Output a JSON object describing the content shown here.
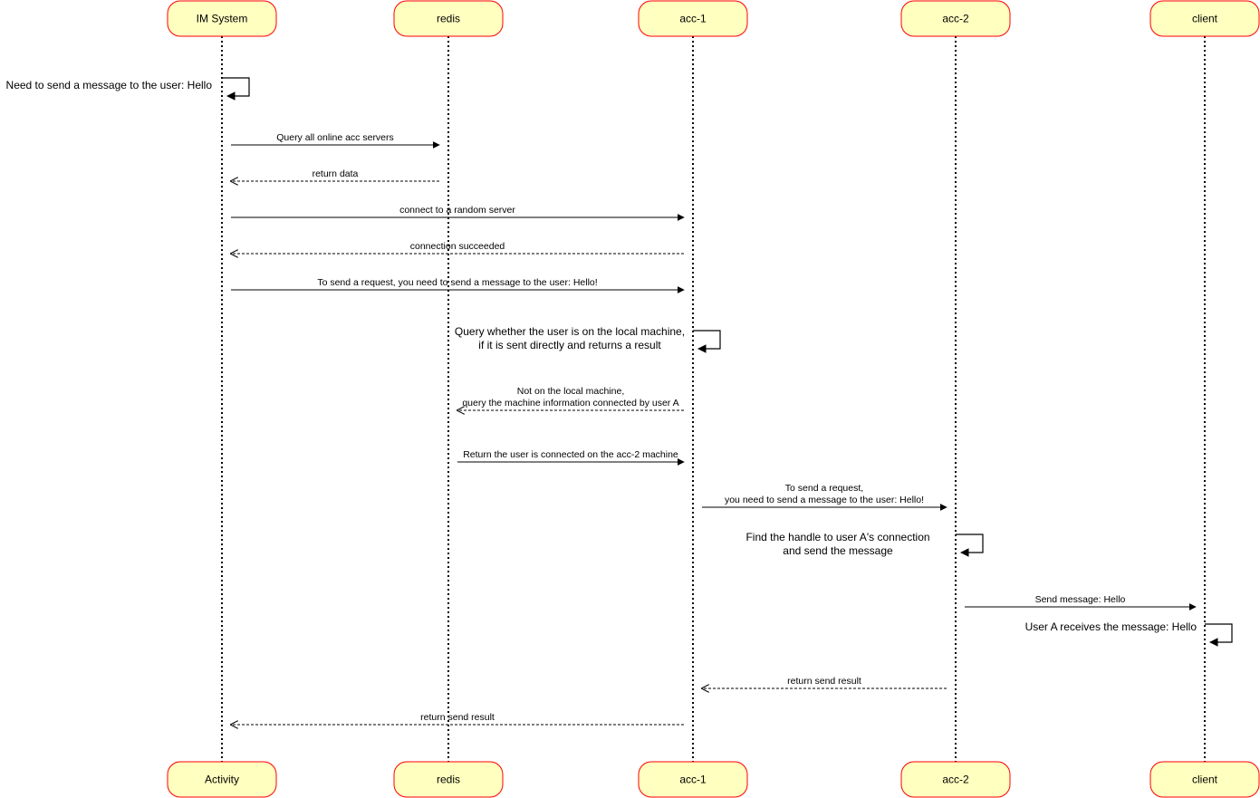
{
  "lifelines": [
    {
      "id": "im",
      "top_label": "IM System",
      "bottom_label": "Activity"
    },
    {
      "id": "redis",
      "top_label": "redis",
      "bottom_label": "redis"
    },
    {
      "id": "acc1",
      "top_label": "acc-1",
      "bottom_label": "acc-1"
    },
    {
      "id": "acc2",
      "top_label": "acc-2",
      "bottom_label": "acc-2"
    },
    {
      "id": "client",
      "top_label": "client",
      "bottom_label": "client"
    }
  ],
  "messages": [
    {
      "kind": "self",
      "on": "im",
      "lines": [
        "Need to send a message to the user: Hello"
      ]
    },
    {
      "kind": "sync",
      "from": "im",
      "to": "redis",
      "lines": [
        "Query all online acc servers"
      ]
    },
    {
      "kind": "return",
      "from": "redis",
      "to": "im",
      "lines": [
        "return data"
      ]
    },
    {
      "kind": "sync",
      "from": "im",
      "to": "acc1",
      "lines": [
        "connect to a random server"
      ]
    },
    {
      "kind": "return",
      "from": "acc1",
      "to": "im",
      "lines": [
        "connection succeeded"
      ]
    },
    {
      "kind": "sync",
      "from": "im",
      "to": "acc1",
      "lines": [
        "To send a request, you need to send a message to the user: Hello!"
      ]
    },
    {
      "kind": "self",
      "on": "acc1",
      "lines": [
        "Query whether the user is on the local machine,",
        "if it is sent directly and returns a result"
      ]
    },
    {
      "kind": "return",
      "from": "acc1",
      "to": "redis",
      "lines": [
        "Not on the local machine,",
        "query the machine information connected by user A"
      ]
    },
    {
      "kind": "sync",
      "from": "redis",
      "to": "acc1",
      "lines": [
        "Return the user is connected on the acc-2 machine"
      ]
    },
    {
      "kind": "sync",
      "from": "acc1",
      "to": "acc2",
      "lines": [
        "To send a request,",
        "you need to send a message to the user: Hello!"
      ]
    },
    {
      "kind": "self",
      "on": "acc2",
      "lines": [
        "Find the handle to user A's connection",
        "and send the message"
      ]
    },
    {
      "kind": "sync",
      "from": "acc2",
      "to": "client",
      "lines": [
        "Send message: Hello"
      ]
    },
    {
      "kind": "self",
      "on": "client",
      "lines": [
        "User A receives the message: Hello"
      ]
    },
    {
      "kind": "return",
      "from": "acc2",
      "to": "acc1",
      "lines": [
        "return send result"
      ]
    },
    {
      "kind": "return",
      "from": "acc1",
      "to": "im",
      "lines": [
        "return send result"
      ]
    }
  ],
  "colors": {
    "box_fill": "#ffffc0",
    "box_stroke": "#ff0000",
    "line": "#000000"
  }
}
